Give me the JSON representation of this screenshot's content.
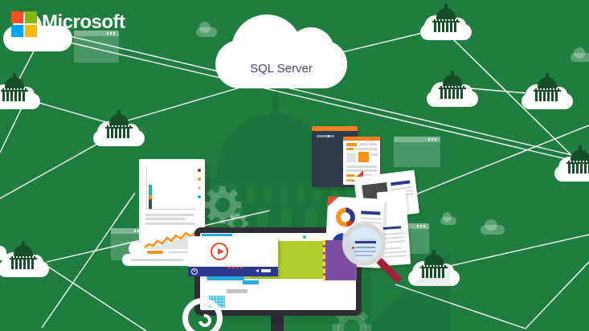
{
  "header": {
    "brand": "Microsoft",
    "logo_squares": [
      "#f25022",
      "#7fba00",
      "#00a4ef",
      "#ffb900"
    ]
  },
  "hero_cloud": {
    "label": "SQL Server",
    "label_color": "#474763"
  },
  "palette": {
    "background": "#1f7e3e",
    "silhouette": "#1c7539",
    "capitol_dark_green": "#184f2b",
    "line_white": "#ffffff",
    "navy": "#2b3990",
    "orange": "#f7941e",
    "orange_header": "#f08021",
    "lime": "#b5d335",
    "purple": "#7d4fa0",
    "sky_blue": "#29abe2",
    "monitor_frame": "#2e2e36",
    "magnifier_handle": "#a32035",
    "play_red": "#e8492f"
  },
  "network": {
    "lines": [
      [
        57,
        38,
        716,
        194
      ],
      [
        57,
        46,
        718,
        201
      ],
      [
        46,
        56,
        21,
        104
      ],
      [
        28,
        122,
        142,
        155
      ],
      [
        31,
        126,
        0,
        190
      ],
      [
        150,
        163,
        0,
        247
      ],
      [
        152,
        152,
        302,
        108
      ],
      [
        168,
        240,
        52,
        408
      ],
      [
        58,
        326,
        336,
        262
      ],
      [
        60,
        332,
        182,
        412
      ],
      [
        534,
        39,
        409,
        69
      ],
      [
        561,
        46,
        714,
        196
      ],
      [
        586,
        110,
        656,
        116
      ],
      [
        452,
        268,
        733,
        156
      ],
      [
        560,
        331,
        733,
        292
      ],
      [
        492,
        354,
        654,
        409
      ],
      [
        654,
        409,
        733,
        326
      ]
    ],
    "capitol_nodes": [
      [
        523,
        2
      ],
      [
        531,
        85
      ],
      [
        649,
        88
      ],
      [
        690,
        178
      ],
      [
        508,
        308
      ],
      [
        116,
        134
      ],
      [
        -14,
        88
      ],
      [
        -3,
        297
      ]
    ]
  },
  "monitor": {
    "menu_bar_count": 4,
    "tiles": [
      {
        "color": "#d9432c"
      },
      {
        "color": "#e9e9e9",
        "pattern": "dots-light"
      },
      {
        "color": "#b0309e"
      },
      {
        "color": "#fdb714"
      },
      {
        "color": "#3b3b3b",
        "pattern": "dots-dark"
      },
      {
        "color": "#2b6fbd"
      },
      {
        "color": "#1fbfa9"
      },
      {
        "color": "#4ec9ea",
        "pattern": "dots-white"
      }
    ]
  },
  "code_window": {
    "colors": {
      "o": "#f7941e",
      "w": "#dde5ec",
      "g": "#7f8fa0",
      "p": "#e05a9b",
      "y": "#ffc84a"
    },
    "lines": [
      {
        "i": 2,
        "s": [
          [
            10,
            "o"
          ],
          [
            6,
            "w"
          ]
        ]
      },
      {
        "i": 2,
        "s": [
          [
            6,
            "w"
          ],
          [
            12,
            "g"
          ],
          [
            5,
            "o"
          ]
        ]
      },
      {
        "i": 6,
        "s": [
          [
            14,
            "g"
          ],
          [
            4,
            "o"
          ]
        ]
      },
      {
        "i": 6,
        "s": [
          [
            5,
            "o"
          ],
          [
            10,
            "w"
          ]
        ]
      },
      {
        "i": 10,
        "s": [
          [
            12,
            "g"
          ],
          [
            6,
            "p"
          ]
        ]
      },
      {
        "i": 10,
        "s": [
          [
            4,
            "y"
          ],
          [
            8,
            "g"
          ],
          [
            6,
            "w"
          ]
        ]
      },
      {
        "i": 6,
        "s": [
          [
            16,
            "g"
          ]
        ]
      },
      {
        "i": 10,
        "s": [
          [
            6,
            "p"
          ],
          [
            8,
            "w"
          ]
        ]
      },
      {
        "i": 14,
        "s": [
          [
            10,
            "g"
          ],
          [
            4,
            "o"
          ]
        ]
      },
      {
        "i": 6,
        "s": [
          [
            12,
            "w"
          ],
          [
            4,
            "y"
          ]
        ]
      },
      {
        "i": 2,
        "s": [
          [
            8,
            "o"
          ],
          [
            10,
            "g"
          ]
        ]
      },
      {
        "i": 2,
        "s": [
          [
            14,
            "g"
          ]
        ]
      }
    ]
  },
  "chart_doc": {
    "colors": [
      "#23b8a5",
      "#3c4a59",
      "#f7941e",
      "#c9c9c9"
    ],
    "bar_groups": [
      [
        [
          30,
          0
        ],
        [
          20,
          1
        ]
      ],
      [
        [
          14,
          2
        ],
        [
          19,
          0
        ],
        [
          10,
          1
        ]
      ],
      [
        [
          8,
          2
        ],
        [
          16,
          1
        ],
        [
          24,
          0
        ]
      ],
      [
        [
          26,
          0
        ],
        [
          17,
          2
        ],
        [
          12,
          1
        ]
      ]
    ],
    "legend": [
      "#3c4a59",
      "#f7941e",
      "#c9c9c9",
      "#23b8a5"
    ]
  }
}
